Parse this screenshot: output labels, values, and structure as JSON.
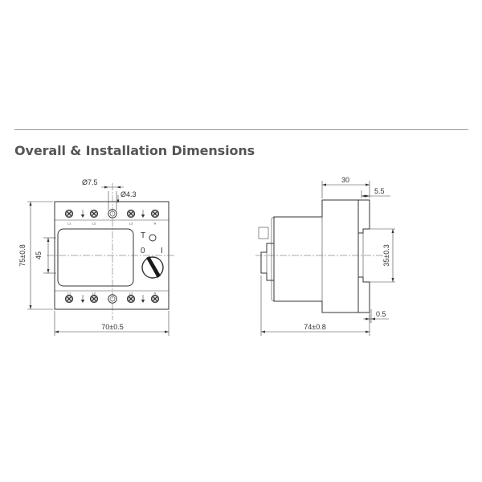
{
  "section": {
    "title": "Overall & Installation Dimensions"
  },
  "front_view": {
    "dimensions": {
      "mounting_hole_large": "Ø7.5",
      "mounting_hole_small": "Ø4.3",
      "overall_height": "75±0.8",
      "window_height": "45",
      "overall_width": "70±0.5"
    },
    "terminal_labels_top": [
      "L1",
      "L2",
      "L3",
      "N"
    ],
    "terminal_labels_bottom": [
      "L1",
      "L2",
      "L3",
      "N"
    ],
    "switch_symbols": {
      "test": "T",
      "off": "0",
      "on": "I"
    }
  },
  "side_view": {
    "dimensions": {
      "body_depth": "30",
      "rail_offset": "5.5",
      "rail_height": "35±0.3",
      "rail_gap": "0.5",
      "overall_depth": "74±0.8"
    }
  }
}
